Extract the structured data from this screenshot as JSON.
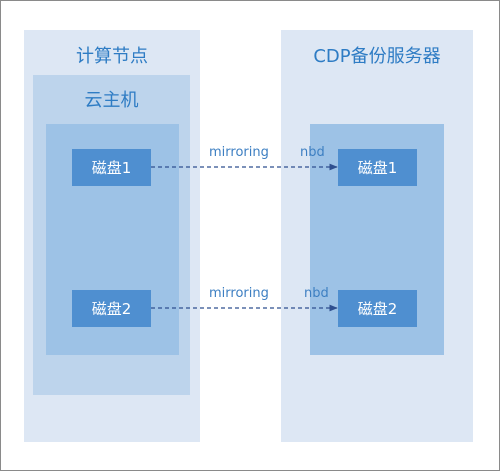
{
  "compute_node": {
    "title": "计算节点"
  },
  "vm": {
    "title": "云主机"
  },
  "backup_server": {
    "title": "CDP备份服务器"
  },
  "disks": {
    "left_1": "磁盘1",
    "left_2": "磁盘2",
    "right_1": "磁盘1",
    "right_2": "磁盘2"
  },
  "links": [
    {
      "mirror_label": "mirroring",
      "protocol_label": "nbd"
    },
    {
      "mirror_label": "mirroring",
      "protocol_label": "nbd"
    }
  ],
  "colors": {
    "panel": "#dde7f4",
    "vm_box": "#bdd4ec",
    "inner": "#9dc2e6",
    "disk": "#4f8fd0",
    "title_text": "#2e7cc4",
    "arrow": "#2f4f8f"
  }
}
